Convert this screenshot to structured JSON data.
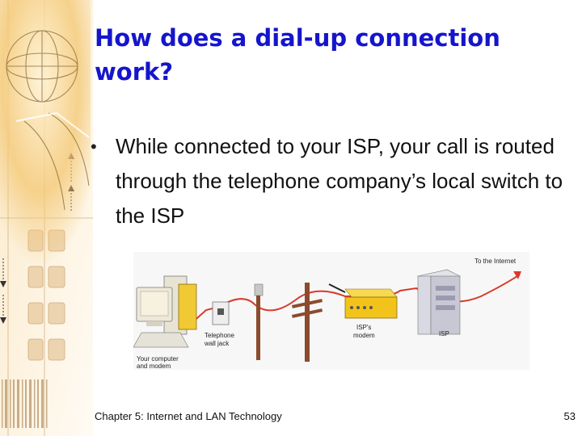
{
  "slide": {
    "title": "How does a dial-up connection work?",
    "bullet": "While connected to your ISP, your call is routed through the telephone company’s local switch to the ISP",
    "bullet_marker": "•"
  },
  "figure": {
    "labels": {
      "internet": "To the Internet",
      "jack_line1": "Telephone",
      "jack_line2": "wall jack",
      "computer_line1": "Your computer",
      "computer_line2": "and modem",
      "modem_line1": "ISP's",
      "modem_line2": "modem",
      "isp": "ISP"
    },
    "colors": {
      "connection_line": "#d93a2a",
      "modem_body": "#f2c31a",
      "title": "#1515cc"
    }
  },
  "footer": {
    "chapter": "Chapter 5: Internet and LAN Technology",
    "page": "53"
  }
}
